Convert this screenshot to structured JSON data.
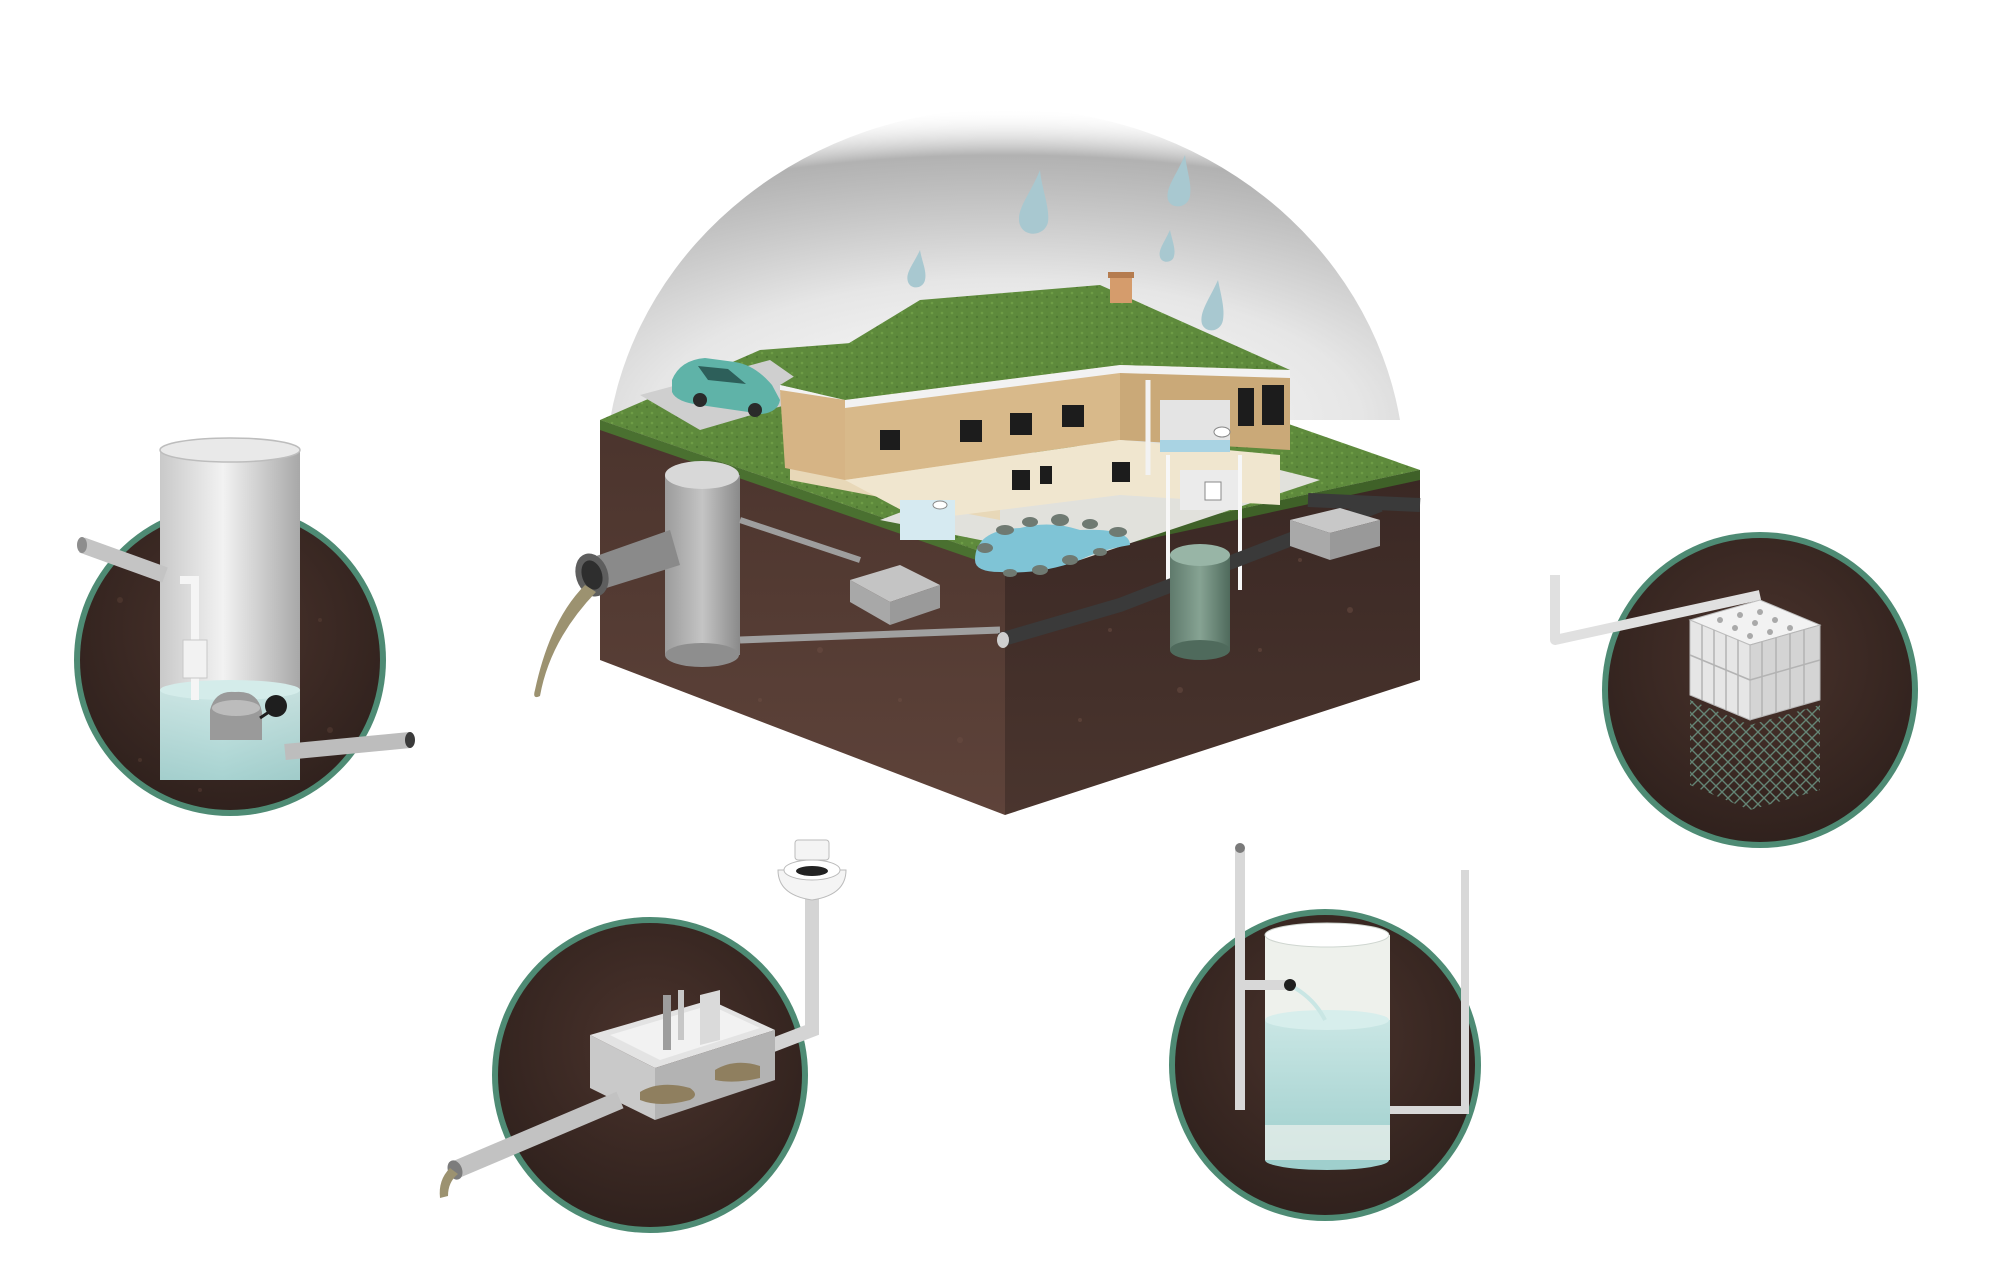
{
  "palette": {
    "background": "#ffffff",
    "soil_dark": "#3a2a25",
    "soil_mid": "#4a3630",
    "soil_front": "#5a4038",
    "grass": "#5e8a3c",
    "grass_light": "#88b05a",
    "wall_tan": "#d8b98a",
    "pond_water": "#7fc4d6",
    "concrete": "#b8b8b8",
    "pipe_light": "#d4d4d4",
    "pipe_dark": "#3c3c3c",
    "circle_ring": "#4e8b74",
    "water_pale": "#b9dcdc",
    "car": "#5fb3a8",
    "sky_gray": "#9a9a9a",
    "effluent": "#9c9270"
  },
  "scene": {
    "main": {
      "name": "house-property-cutaway"
    },
    "insets": [
      {
        "name": "sump-pump-inset"
      },
      {
        "name": "interceptor-tank-inset"
      },
      {
        "name": "cistern-tank-inset"
      },
      {
        "name": "infiltration-chamber-inset"
      }
    ]
  }
}
